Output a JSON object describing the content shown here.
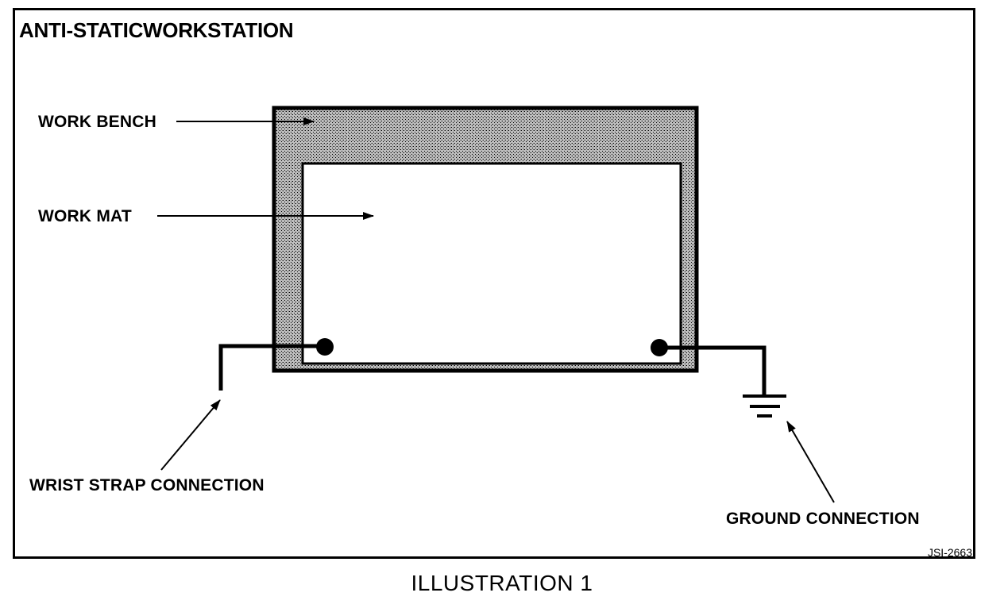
{
  "title": "ANTI-STATICWORKSTATION",
  "labels": {
    "work_bench": "WORK BENCH",
    "work_mat": "WORK MAT",
    "wrist_strap": "WRIST STRAP CONNECTION",
    "ground": "GROUND CONNECTION"
  },
  "figure_code": "JSI-2663",
  "caption": "ILLUSTRATION 1",
  "colors": {
    "ink": "#000000",
    "bench_fill": "#bdbdbd",
    "mat_fill": "#ffffff"
  },
  "icons": {
    "ground_symbol": "ground-icon"
  }
}
